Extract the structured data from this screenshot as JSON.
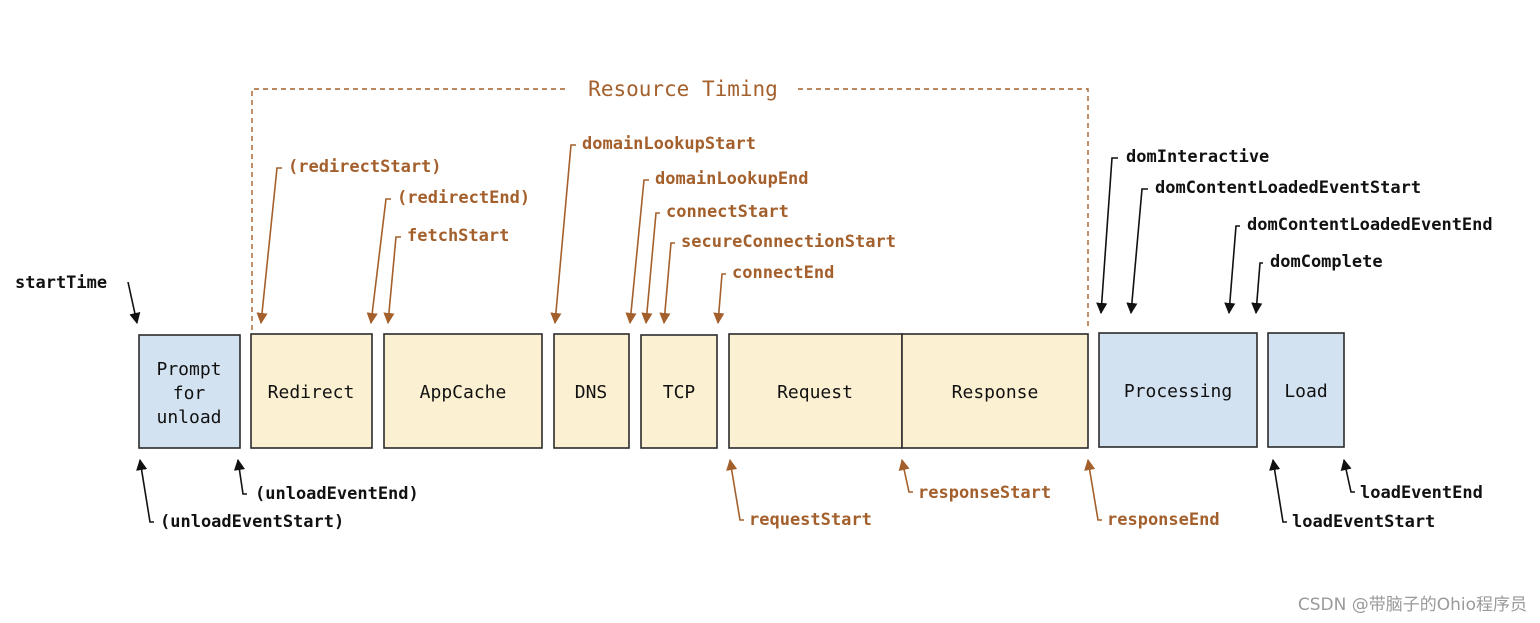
{
  "resource_timing": {
    "title": "Resource Timing"
  },
  "phases": {
    "prompt_unload": [
      "Prompt",
      "for",
      "unload"
    ],
    "redirect": "Redirect",
    "appcache": "AppCache",
    "dns": "DNS",
    "tcp": "TCP",
    "request": "Request",
    "response": "Response",
    "processing": "Processing",
    "load": "Load"
  },
  "markers": {
    "startTime": "startTime",
    "unloadEventStart": "(unloadEventStart)",
    "unloadEventEnd": "(unloadEventEnd)",
    "redirectStart": "(redirectStart)",
    "redirectEnd": "(redirectEnd)",
    "fetchStart": "fetchStart",
    "domainLookupStart": "domainLookupStart",
    "domainLookupEnd": "domainLookupEnd",
    "connectStart": "connectStart",
    "secureConnectionStart": "secureConnectionStart",
    "connectEnd": "connectEnd",
    "requestStart": "requestStart",
    "responseStart": "responseStart",
    "responseEnd": "responseEnd",
    "domInteractive": "domInteractive",
    "domContentLoadedEventStart": "domContentLoadedEventStart",
    "domContentLoadedEventEnd": "domContentLoadedEventEnd",
    "domComplete": "domComplete",
    "loadEventStart": "loadEventStart",
    "loadEventEnd": "loadEventEnd"
  },
  "colors": {
    "navigation_phase_fill": "#d3e2f1",
    "resource_phase_fill": "#fbf0d1",
    "resource_accent": "#a4602c",
    "outline": "#2b2b2b"
  },
  "watermark": "CSDN @带脑子的Ohio程序员"
}
